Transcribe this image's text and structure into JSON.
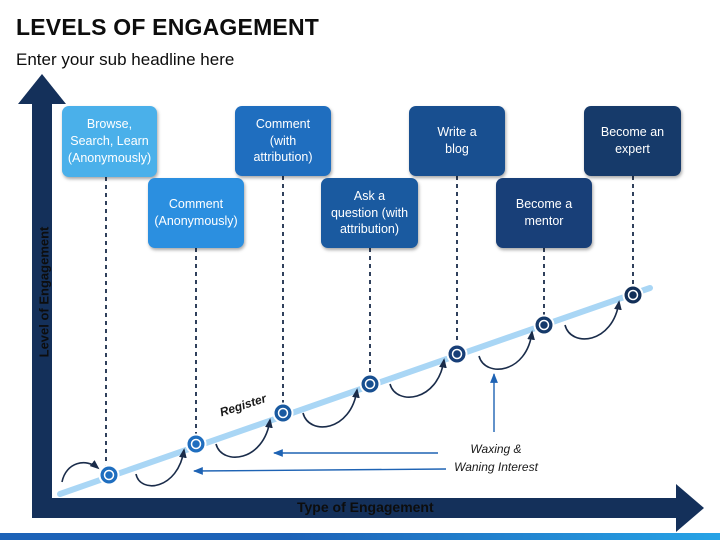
{
  "title": "LEVELS OF ENGAGEMENT",
  "subtitle": "Enter your sub headline here",
  "axes": {
    "y_label": "Level of Engagement",
    "x_label": "Type of Engagement"
  },
  "annotations": {
    "register": "Register",
    "waxing_line1": "Waxing &",
    "waxing_line2": "Waning Interest"
  },
  "stages": [
    {
      "lines": [
        "Browse,",
        "Search, Learn",
        "(Anonymously)"
      ],
      "color": "#4ab0ea"
    },
    {
      "lines": [
        "Comment",
        "(Anonymously)"
      ],
      "color": "#2b8fe0"
    },
    {
      "lines": [
        "Comment",
        "(with",
        "attribution)"
      ],
      "color": "#1f6ebf"
    },
    {
      "lines": [
        "Ask a",
        "question (with",
        "attribution)"
      ],
      "color": "#1a5aa0"
    },
    {
      "lines": [
        "Write a",
        "blog"
      ],
      "color": "#184f90"
    },
    {
      "lines": [
        "Become a",
        "mentor"
      ],
      "color": "#183f78"
    },
    {
      "lines": [
        "Become an",
        "expert"
      ],
      "color": "#163a6a"
    }
  ],
  "colors": {
    "axis": "#14305a",
    "trend_line": "#a9d6f5",
    "node_fill": "#1f6ebf",
    "connector": "#1a2c4a"
  }
}
